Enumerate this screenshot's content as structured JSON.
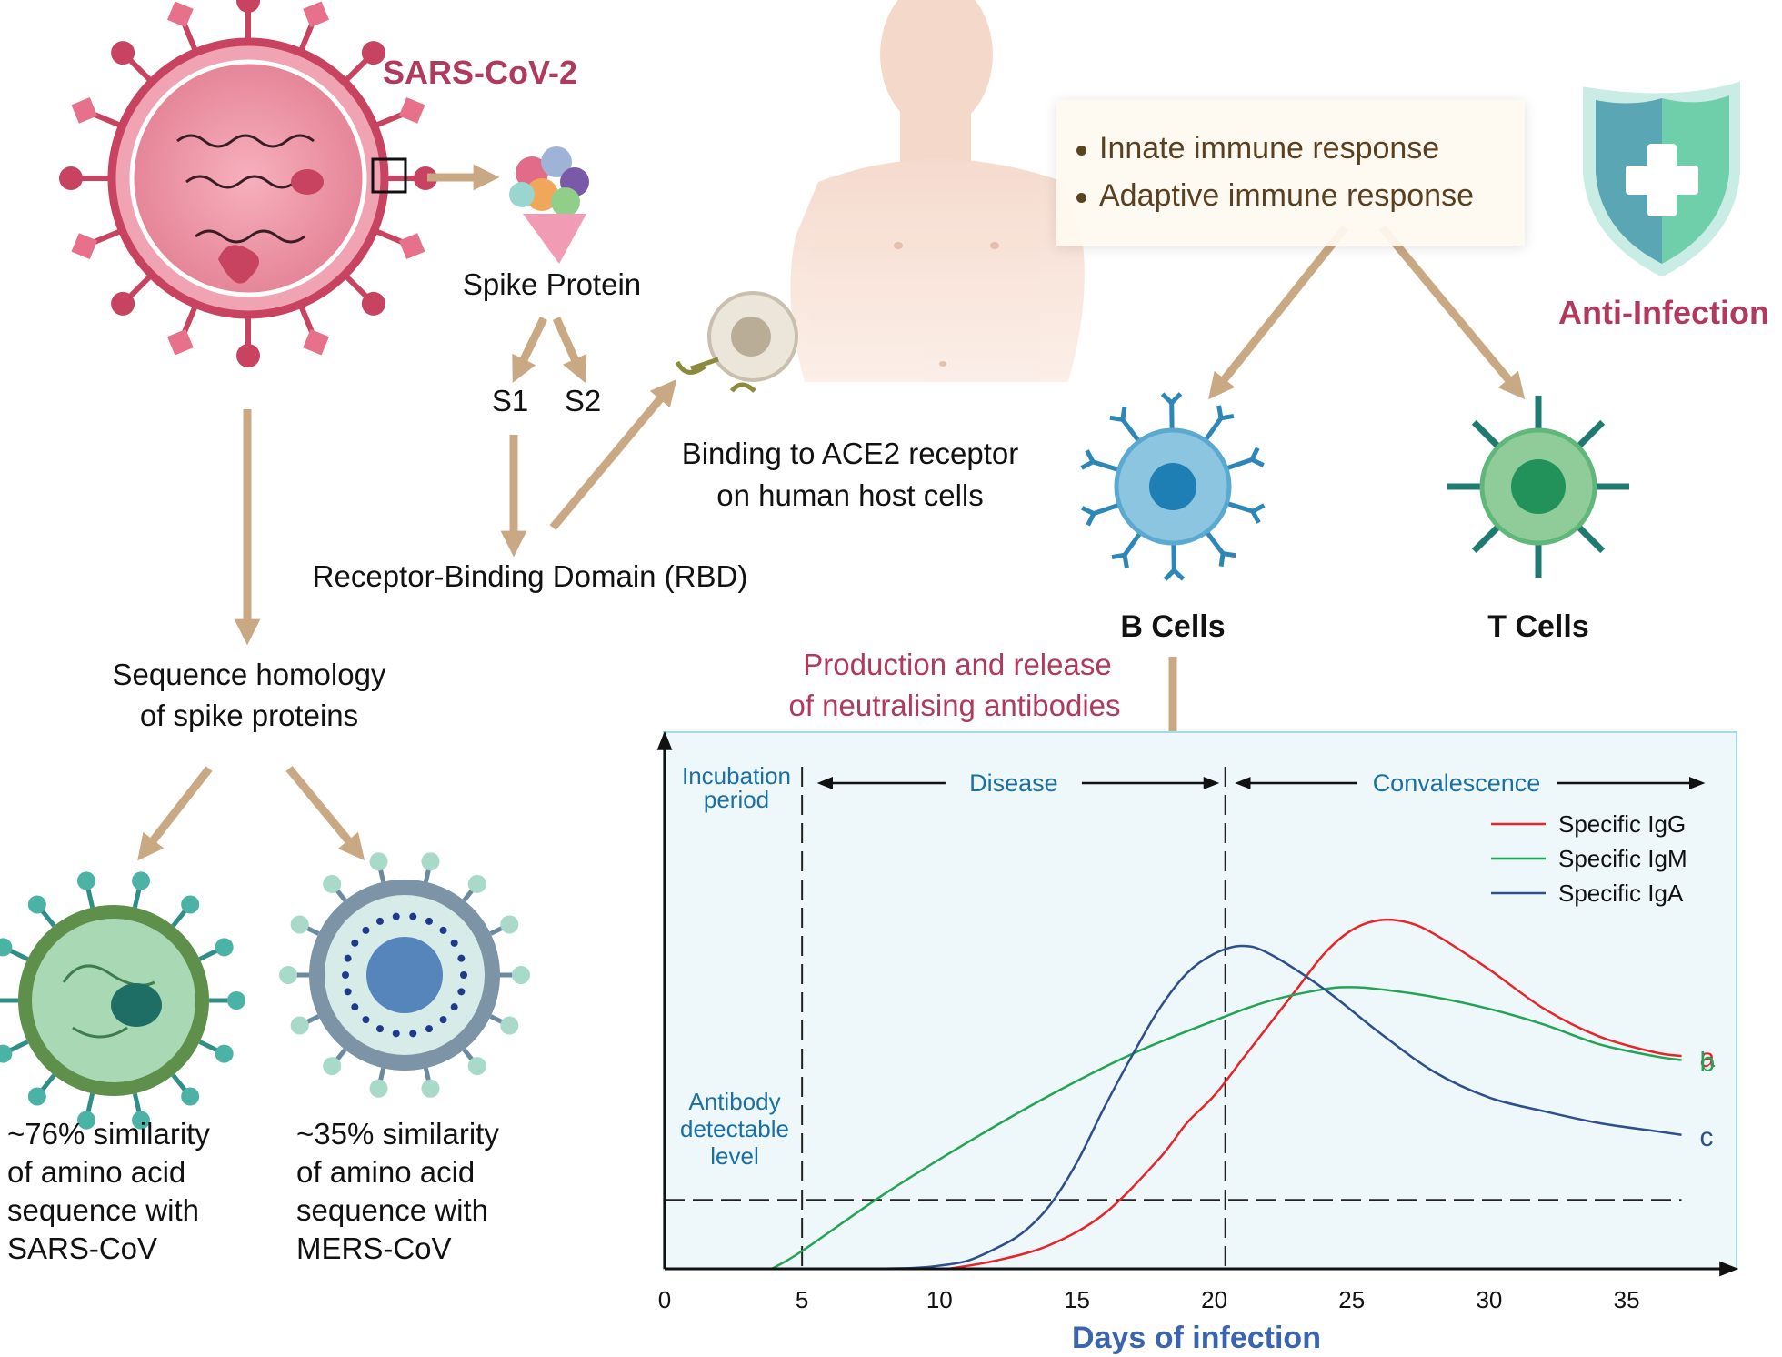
{
  "virus": {
    "title": "SARS-CoV-2",
    "spike_label": "Spike Protein",
    "s1": "S1",
    "s2": "S2",
    "rbd": "Receptor-Binding Domain (RBD)",
    "ace2_line1": "Binding to ACE2 receptor",
    "ace2_line2": "on human host cells"
  },
  "homology": {
    "line1": "Sequence homology",
    "line2": "of spike proteins",
    "sars": [
      "~76% similarity",
      "of amino acid",
      "sequence with",
      "SARS-CoV"
    ],
    "mers": [
      "~35% similarity",
      "of amino acid",
      "sequence with",
      "MERS-CoV"
    ]
  },
  "immune": {
    "innate": "Innate immune response",
    "adaptive": "Adaptive immune response",
    "anti_infection": "Anti-Infection",
    "b_cells": "B Cells",
    "t_cells": "T Cells",
    "production_line1": "Production and release",
    "production_line2": "of neutralising antibodies"
  },
  "colors": {
    "crimson": "#b03a5b",
    "arrow": "#c8a983",
    "phase_blue": "#1a6fa3",
    "chart_bg": "#eef8fb",
    "igg": "#e8232a",
    "igm": "#23a455",
    "iga": "#2d4f8e",
    "axis_title": "#3a64b0"
  },
  "chart_data": {
    "type": "line",
    "xlabel": "Days of infection",
    "ylabel": "",
    "xlim": [
      0,
      39
    ],
    "ylim": [
      0,
      100
    ],
    "xticks": [
      0,
      5,
      10,
      15,
      20,
      25,
      30,
      35
    ],
    "phases": {
      "incubation": [
        "Incubation",
        "period"
      ],
      "disease": "Disease",
      "convalescence": "Convalescence",
      "boundaries": [
        5,
        20.4
      ]
    },
    "detectable": {
      "label": [
        "Antibody",
        "detectable",
        "level"
      ],
      "y": 17.5
    },
    "series": [
      {
        "name": "Specific IgG",
        "end_label": "a",
        "color": "#e8232a",
        "points": [
          [
            10.3,
            0
          ],
          [
            12,
            2
          ],
          [
            14,
            6
          ],
          [
            16,
            14
          ],
          [
            18,
            28
          ],
          [
            19,
            37
          ],
          [
            20,
            44
          ],
          [
            21,
            53
          ],
          [
            22,
            62
          ],
          [
            23,
            71
          ],
          [
            24,
            80
          ],
          [
            25,
            86
          ],
          [
            26,
            88.5
          ],
          [
            27,
            88
          ],
          [
            28,
            85
          ],
          [
            30,
            76
          ],
          [
            32,
            66
          ],
          [
            34,
            59
          ],
          [
            36,
            55
          ],
          [
            37,
            54
          ]
        ]
      },
      {
        "name": "Specific IgM",
        "end_label": "b",
        "color": "#23a455",
        "points": [
          [
            3.9,
            0
          ],
          [
            5,
            4.5
          ],
          [
            8,
            19
          ],
          [
            11,
            32
          ],
          [
            14,
            44
          ],
          [
            17,
            54.5
          ],
          [
            20,
            63
          ],
          [
            22,
            68
          ],
          [
            24,
            71
          ],
          [
            25,
            71.5
          ],
          [
            26,
            71
          ],
          [
            28,
            69
          ],
          [
            30,
            66
          ],
          [
            32,
            62
          ],
          [
            34,
            57
          ],
          [
            36,
            54
          ],
          [
            37,
            53
          ]
        ]
      },
      {
        "name": "Specific IgA",
        "end_label": "c",
        "color": "#2d4f8e",
        "points": [
          [
            7.1,
            0
          ],
          [
            9,
            0.2
          ],
          [
            10,
            0.8
          ],
          [
            11,
            2
          ],
          [
            12,
            5
          ],
          [
            13,
            9
          ],
          [
            14,
            16
          ],
          [
            15,
            27
          ],
          [
            16,
            41
          ],
          [
            17,
            54
          ],
          [
            18,
            66
          ],
          [
            19,
            75
          ],
          [
            20,
            80
          ],
          [
            21,
            82
          ],
          [
            22,
            80
          ],
          [
            24,
            71
          ],
          [
            26,
            60
          ],
          [
            28,
            50
          ],
          [
            30,
            43.5
          ],
          [
            32,
            40
          ],
          [
            34,
            37
          ],
          [
            36,
            35
          ],
          [
            37,
            34
          ]
        ]
      }
    ]
  }
}
